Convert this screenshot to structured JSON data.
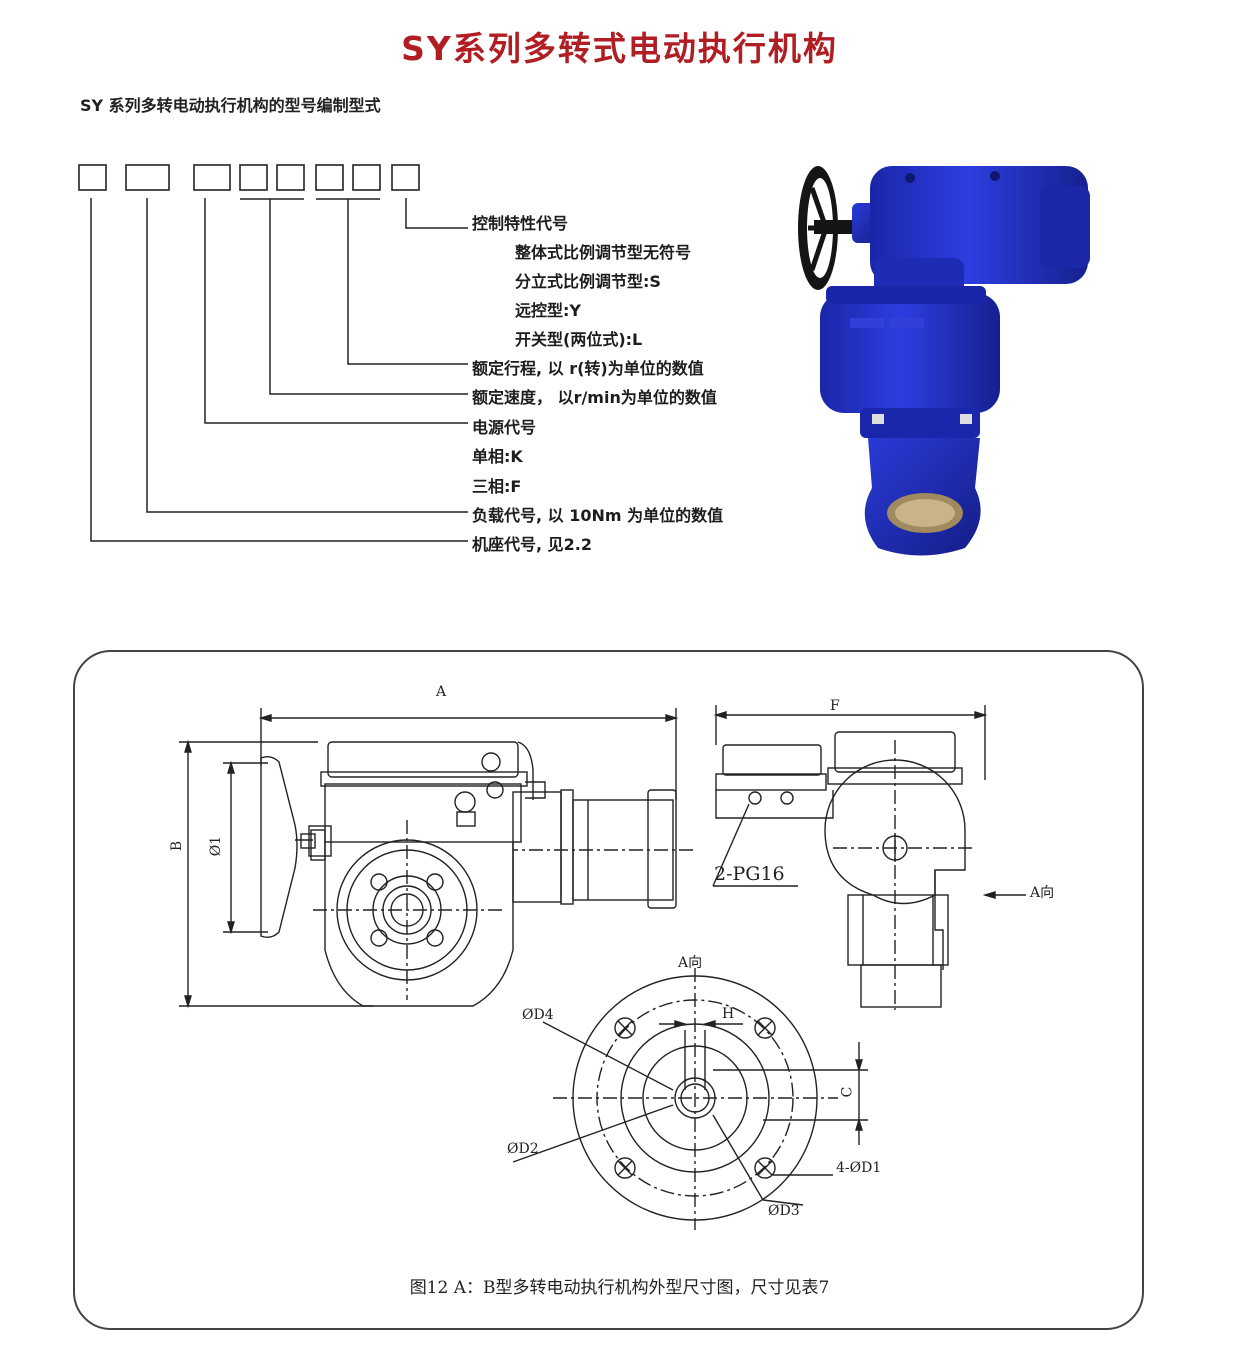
{
  "header": {
    "title": "SY系列多转式电动执行机构",
    "subtitle": "SY 系列多转电动执行机构的型号编制型式"
  },
  "model_code": {
    "items": [
      "控制特性代号",
      "整体式比例调节型无符号",
      "分立式比例调节型:S",
      "远控型:Y",
      "开关型(两位式):L",
      "额定行程, 以 r(转)为单位的数值",
      "额定速度， 以r/min为单位的数值",
      "电源代号",
      "单相:K",
      "三相:F",
      "负载代号, 以 10Nm 为单位的数值",
      "机座代号, 见2.2"
    ]
  },
  "colors": {
    "title_red": "#b01d22",
    "actuator_blue": "#2233c8",
    "line_dark": "#222222"
  },
  "drawing": {
    "label_A": "A",
    "label_B": "B",
    "label_phi1": "Ø1",
    "label_F": "F",
    "label_pg16": "2-PG16",
    "label_dir_side": "A向",
    "label_dir_view": "A向",
    "label_D4": "ØD4",
    "label_H": "H",
    "label_C": "C",
    "label_D2": "ØD2",
    "label_D1": "4-ØD1",
    "label_D3": "ØD3",
    "caption": "图12 A：B型多转电动执行机构外型尺寸图，尺寸见表7"
  }
}
